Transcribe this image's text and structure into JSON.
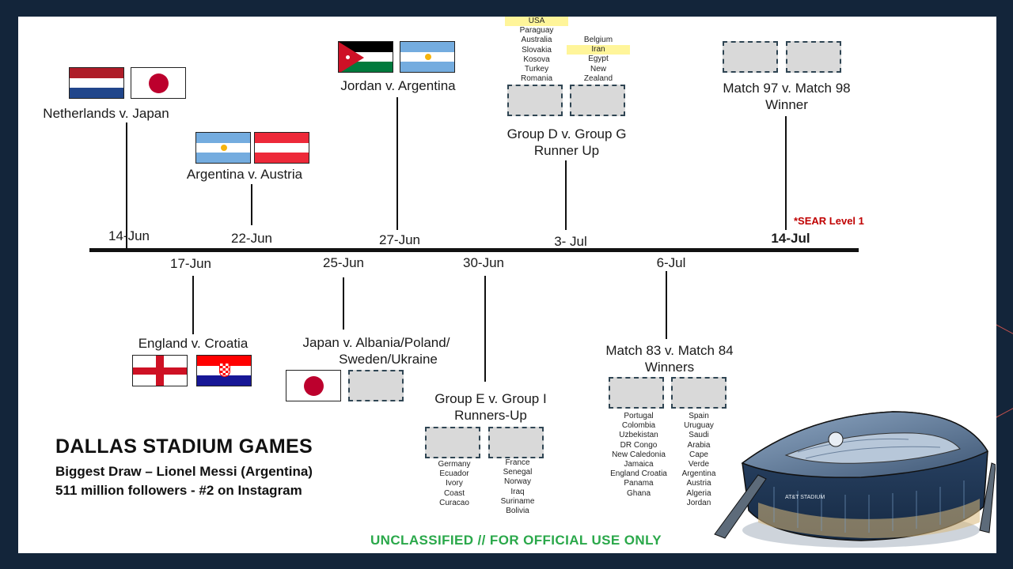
{
  "colors": {
    "background": "#13253a",
    "slide": "#ffffff",
    "timeline": "#111111",
    "sear": "#c00000",
    "classification": "#2aa84a",
    "highlight": "#fff59a",
    "placeholder": "#d9d9d9"
  },
  "above": [
    {
      "date": "14-Jun",
      "label": "Netherlands v. Japan"
    },
    {
      "date": "22-Jun",
      "label": "Argentina v. Austria"
    },
    {
      "date": "27-Jun",
      "label": "Jordan v. Argentina"
    },
    {
      "date": "3- Jul",
      "label_line1": "Group D v. Group G",
      "label_line2": "Runner Up",
      "teams_left": [
        "USA",
        "Paraguay",
        "Australia",
        "Slovakia",
        "Kosova",
        "Turkey",
        "Romania"
      ],
      "teams_right": [
        "Belgium",
        "Iran",
        "Egypt",
        "New",
        "Zealand"
      ]
    },
    {
      "date": "14-Jul",
      "label_line1": "Match 97 v. Match 98",
      "label_line2": "Winner"
    }
  ],
  "below": [
    {
      "date": "17-Jun",
      "label": "England v. Croatia"
    },
    {
      "date": "25-Jun",
      "label_line1": "Japan v. Albania/Poland/",
      "label_line2": "Sweden/Ukraine"
    },
    {
      "date": "30-Jun",
      "label_line1": "Group E v. Group I",
      "label_line2": "Runners-Up",
      "teams_left": [
        "Germany",
        "Ecuador",
        "Ivory",
        "Coast",
        "Curacao"
      ],
      "teams_right": [
        "France",
        "Senegal",
        "Norway",
        "Iraq",
        "Suriname",
        "Bolivia"
      ]
    },
    {
      "date": "6-Jul",
      "label_line1": "Match 83 v. Match 84",
      "label_line2": "Winners",
      "teams_left": [
        "Portugal",
        "Colombia",
        "Uzbekistan",
        "DR Congo",
        "New Caledonia",
        "Jamaica",
        "England Croatia",
        "Panama",
        "Ghana"
      ],
      "teams_right": [
        "Spain",
        "Uruguay",
        "Saudi",
        "Arabia",
        "Cape",
        "Verde",
        "Argentina",
        "Austria",
        "Algeria",
        "Jordan"
      ]
    }
  ],
  "sear_note": "*SEAR Level 1",
  "title": "DALLAS STADIUM GAMES",
  "subtitle1": "Biggest Draw – Lionel Messi (Argentina)",
  "subtitle2": "511 million followers -  #2 on Instagram",
  "classification": "UNCLASSIFIED // FOR OFFICIAL USE ONLY",
  "stadium_sign": "AT&T STADIUM"
}
